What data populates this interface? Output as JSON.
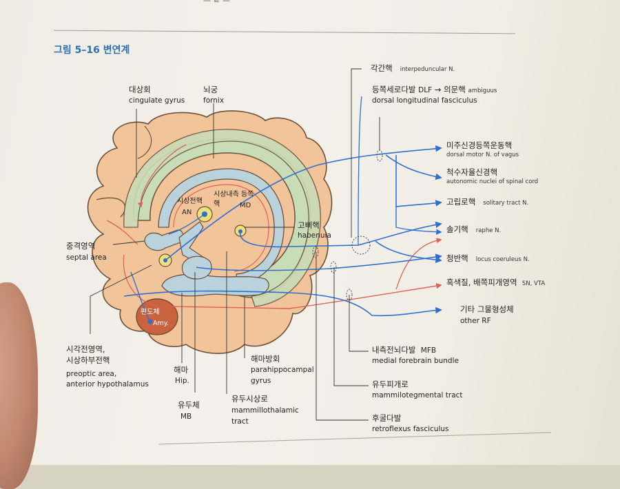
{
  "figure": {
    "title": "그림 5–16 변연계",
    "top_text": "— ㄹ —",
    "colors": {
      "cortex": "#f2c49a",
      "limbic_ring": "#c9dcb8",
      "inner_lobe": "#b9d2dc",
      "pathway_blue": "#2f6fd0",
      "pathway_red": "#e0605a",
      "amygdala": "#c8623f",
      "title_blue": "#2f6fb4"
    }
  },
  "labels": {
    "cingulate": {
      "ko": "대상회",
      "en": "cingulate gyrus"
    },
    "fornix": {
      "ko": "뇌궁",
      "en": "fornix"
    },
    "an": {
      "ko": "시상전핵",
      "en": "AN"
    },
    "md": {
      "ko": "시상내측 등쪽핵",
      "en": "MD"
    },
    "habenula": {
      "ko": "고삐핵",
      "en": "habenula"
    },
    "septal": {
      "ko": "중격영역",
      "en": "septal area"
    },
    "amy": {
      "ko": "편도체",
      "en": "Amy."
    },
    "preoptic": {
      "ko1": "시각전영역,",
      "ko2": "시상하부전핵",
      "en1": "preoptic area,",
      "en2": "anterior hypothalamus"
    },
    "hip": {
      "ko": "해마",
      "en": "Hip."
    },
    "mb": {
      "ko": "유두체",
      "en": "MB"
    },
    "mmt": {
      "ko": "유두시상로",
      "en1": "mammillothalamic",
      "en2": "tract"
    },
    "parahip": {
      "ko": "해마방회",
      "en1": "parahippocampal",
      "en2": "gyrus"
    },
    "mfb": {
      "ko": "내측전뇌다발",
      "abbr": "MFB",
      "en": "medial forebrain bundle"
    },
    "mtt": {
      "ko": "유두피개로",
      "en": "mammilotegmental tract"
    },
    "retro": {
      "ko": "후굴다발",
      "en": "retroflexus fasciculus"
    }
  },
  "targets": {
    "interpeduncular": {
      "ko": "각간핵",
      "en": "interpeduncular N."
    },
    "dlf": {
      "ko": "등쪽세로다발",
      "abbr": "DLF",
      "arrow": "→",
      "ko2": "의문핵",
      "en_small": "ambiguus",
      "en": "dorsal longitudinal fasciculus"
    },
    "dmv": {
      "ko": "미주신경등쪽운동핵",
      "en": "dorsal motor N. of vagus"
    },
    "autonomic": {
      "ko": "척수자율신경핵",
      "en": "autonomic nuclei of spinal cord"
    },
    "solitary": {
      "ko": "고립로핵",
      "en": "solitary tract N."
    },
    "raphe": {
      "ko": "솔기핵",
      "en": "raphe N."
    },
    "coeruleus": {
      "ko": "청반핵",
      "en": "locus coeruleus N."
    },
    "sn": {
      "ko": "흑색질, 배쪽피개영역",
      "en": "SN, VTA"
    },
    "rf": {
      "ko": "기타 그물형성체",
      "en": "other RF"
    }
  }
}
